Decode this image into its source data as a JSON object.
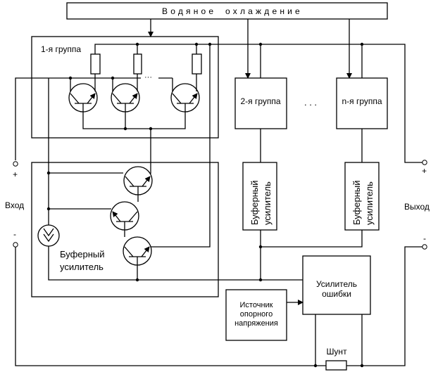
{
  "cooling": {
    "label_1": "Водяное",
    "label_2": "охлаждение"
  },
  "group1": {
    "label": "1-я группа",
    "ellipsis": "···"
  },
  "group2": {
    "label": "2-я группа"
  },
  "groupn": {
    "label": "n-я группа"
  },
  "groups_ellipsis": ". . .",
  "buffer_left": {
    "line1": "Буферный",
    "line2": "усилитель"
  },
  "buffer_2": {
    "line1": "Буферный",
    "line2": "усилитель"
  },
  "buffer_n": {
    "line1": "Буферный",
    "line2": "усилитель"
  },
  "input": {
    "label": "Вход",
    "plus": "+",
    "minus": "-"
  },
  "output": {
    "label": "Выход",
    "plus": "+",
    "minus": "-"
  },
  "error_amp": {
    "line1": "Усилитель",
    "line2": "ошибки"
  },
  "reference": {
    "line1": "Источник",
    "line2": "опорного",
    "line3": "напряжения"
  },
  "shunt": {
    "label": "Шунт"
  }
}
